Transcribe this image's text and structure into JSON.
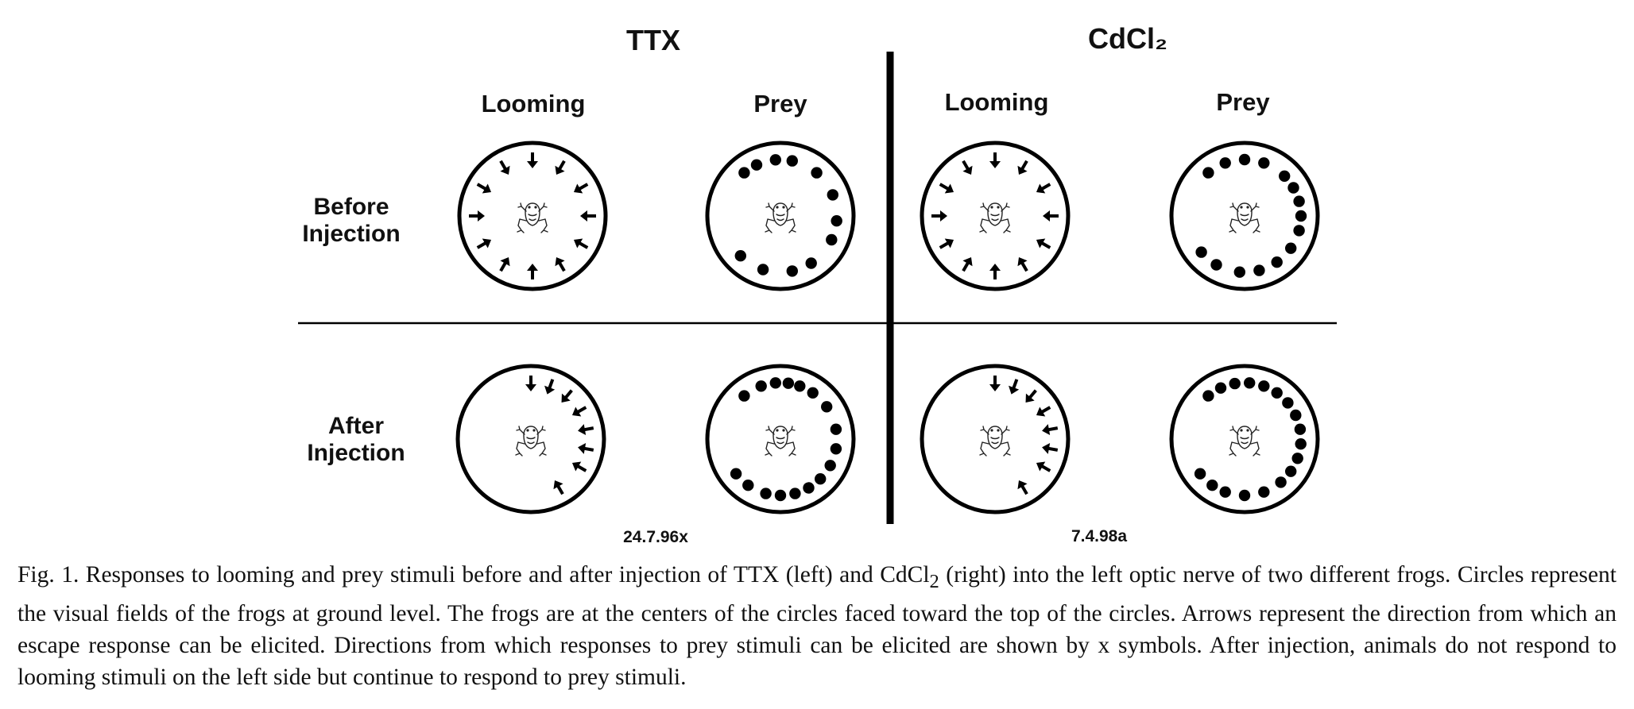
{
  "headers": {
    "ttx": "TTX",
    "cdcl2": "CdCl₂"
  },
  "columns": {
    "looming": "Looming",
    "prey": "Prey"
  },
  "rows": {
    "before_line1": "Before",
    "before_line2": "Injection",
    "after_line1": "After",
    "after_line2": "Injection"
  },
  "codes": {
    "ttx": "24.7.96x",
    "cdcl2": "7.4.98a"
  },
  "caption": {
    "part1": "Fig. 1. Responses to looming and prey stimuli before and after injection of TTX (left) and CdCl",
    "subscript": "2",
    "part2": " (right) into the left optic nerve of two different frogs. Circles represent the visual fields of the frogs at ground level. The frogs are at the centers of the circles faced toward the top of the circles. Arrows represent the direction from which an escape response can be elicited. Directions from which responses to prey stimuli can be elicited are shown by x symbols. After injection, animals do not respond to looming stimuli on the left side but continue to respond to prey stimuli."
  },
  "panels": [
    {
      "id": "ttx-before-looming",
      "type": "looming",
      "angles": [
        -150,
        -120,
        -90,
        -60,
        -30,
        0,
        30,
        60,
        90,
        120,
        150,
        180
      ]
    },
    {
      "id": "ttx-before-prey",
      "type": "prey",
      "angles": [
        -40,
        -25,
        -5,
        12,
        40,
        68,
        95,
        115,
        147,
        168,
        198,
        225
      ]
    },
    {
      "id": "cdcl2-before-looming",
      "type": "looming",
      "angles": [
        -150,
        -120,
        -90,
        -60,
        -30,
        0,
        30,
        60,
        90,
        120,
        150,
        180
      ]
    },
    {
      "id": "cdcl2-before-prey",
      "type": "prey",
      "angles": [
        -40,
        -20,
        0,
        20,
        45,
        60,
        75,
        90,
        105,
        125,
        145,
        165,
        185,
        210,
        230
      ]
    },
    {
      "id": "ttx-after-looming",
      "type": "looming",
      "angles": [
        0,
        20,
        40,
        60,
        80,
        100,
        120,
        150
      ]
    },
    {
      "id": "ttx-after-prey",
      "type": "prey",
      "angles": [
        -40,
        -20,
        -5,
        8,
        20,
        35,
        55,
        80,
        100,
        118,
        135,
        150,
        165,
        180,
        195,
        215,
        232
      ]
    },
    {
      "id": "cdcl2-after-looming",
      "type": "looming",
      "angles": [
        0,
        20,
        40,
        60,
        80,
        100,
        120,
        150
      ]
    },
    {
      "id": "cdcl2-after-prey",
      "type": "prey",
      "angles": [
        -40,
        -25,
        -10,
        5,
        20,
        35,
        50,
        65,
        80,
        95,
        110,
        125,
        140,
        160,
        180,
        200,
        215,
        232
      ]
    }
  ]
}
